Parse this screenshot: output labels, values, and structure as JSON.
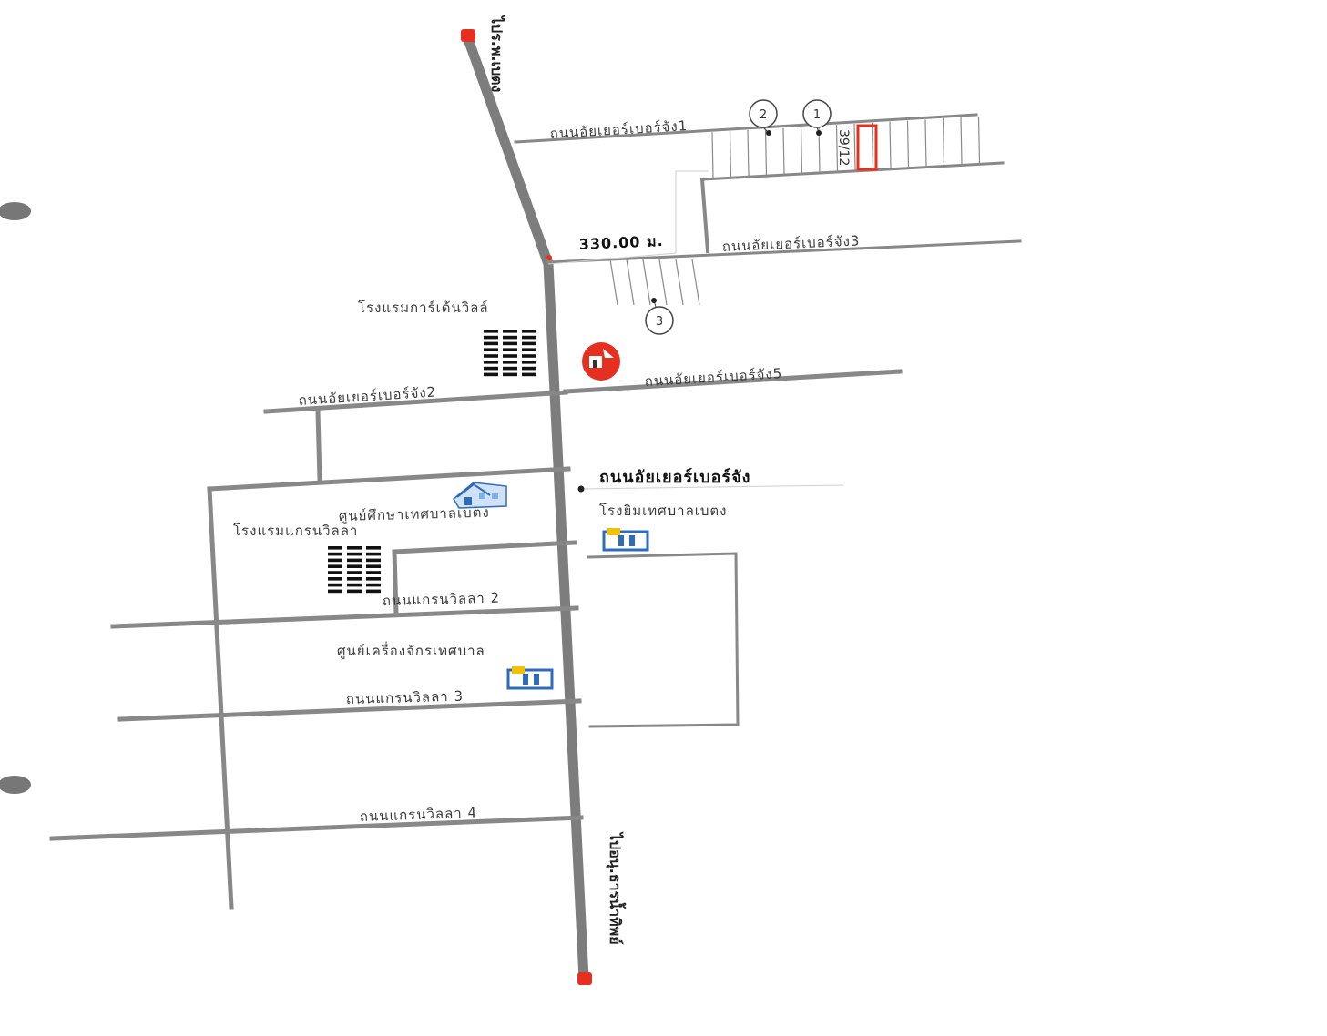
{
  "map": {
    "direction_top": "ไปร.พ.เบตง",
    "direction_bottom": "ไปอนุ.ธารน้ำทิพย์",
    "distance_label": "330.00 ม.",
    "plot_number": "39/12",
    "roads": {
      "main": "ถนนอัยเยอร์เบอร์จัง",
      "soi1": "ถนนอัยเยอร์เบอร์จัง1",
      "soi2": "ถนนอัยเยอร์เบอร์จัง2",
      "soi3": "ถนนอัยเยอร์เบอร์จัง3",
      "soi5": "ถนนอัยเยอร์เบอร์จัง5",
      "grand2": "ถนนแกรนวิลลา 2",
      "grand3": "ถนนแกรนวิลลา 3",
      "grand4": "ถนนแกรนวิลลา 4"
    },
    "places": {
      "garden_villa": "โรงแรมการ์เด้นวิลล์",
      "study_center": "ศูนย์ศึกษาเทศบาลเบตง",
      "grand_villa": "โรงแรมแกรนวิลลา",
      "gym": "โรงยิมเทศบาลเบตง",
      "machine_center": "ศูนย์เครื่องจักรเทศบาล"
    },
    "markers": [
      "1",
      "2",
      "3"
    ],
    "colors": {
      "road": "#888888",
      "highlight": "#e53020",
      "icon_blue": "#2e6bb8",
      "icon_yellow": "#f2c200"
    },
    "icons": [
      "building-icon",
      "school-icon",
      "gym-icon",
      "machine-icon",
      "landmark-icon"
    ]
  }
}
